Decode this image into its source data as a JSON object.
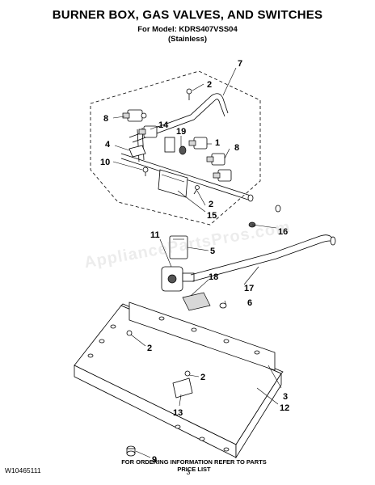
{
  "header": {
    "title": "BURNER BOX, GAS VALVES, AND SWITCHES",
    "model_line": "For Model: KDRS407VSS04",
    "finish": "(Stainless)"
  },
  "watermark": "AppliancePartsPros.com",
  "footer": {
    "doc_number": "W10465111",
    "ordering_info": "FOR ORDERING INFORMATION REFER TO PARTS PRICE LIST",
    "page_number": "3"
  },
  "callouts": [
    "7",
    "2",
    "8",
    "14",
    "19",
    "1",
    "8",
    "4",
    "10",
    "2",
    "15",
    "16",
    "11",
    "5",
    "18",
    "17",
    "6",
    "2",
    "2",
    "3",
    "12",
    "13",
    "9"
  ]
}
